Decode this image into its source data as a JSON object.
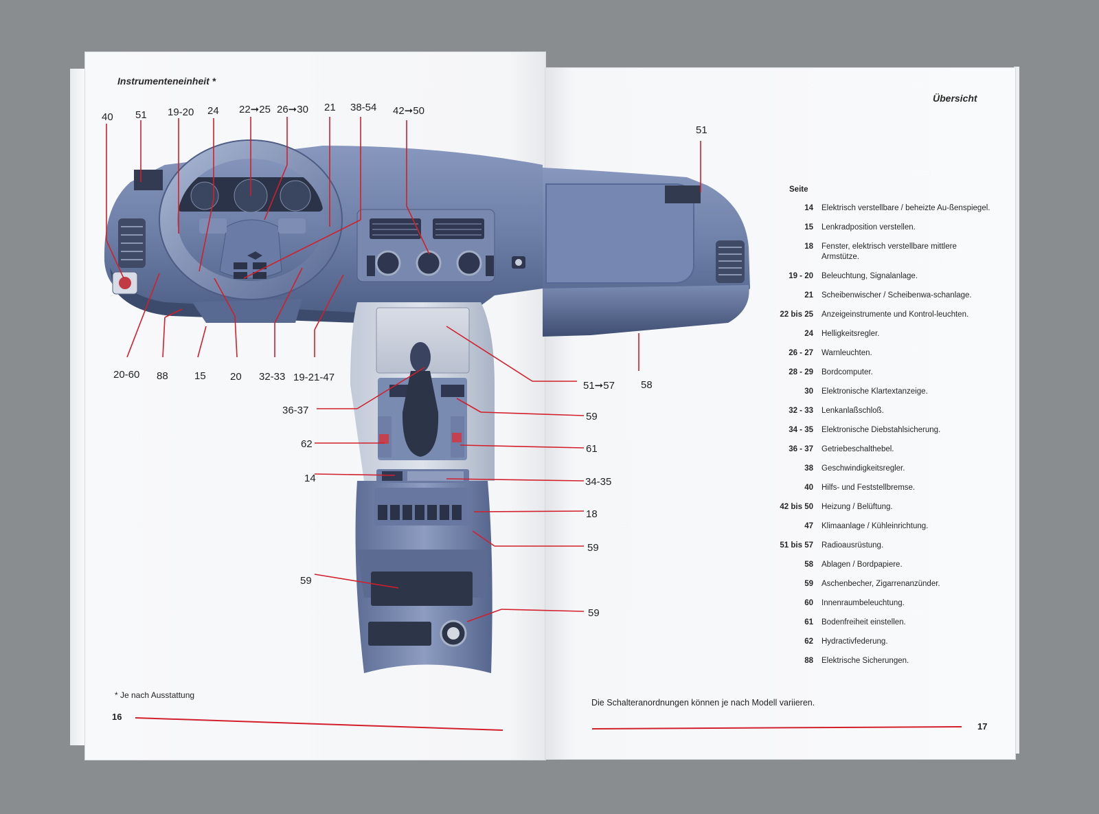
{
  "left_page": {
    "title": "Instrumenteneinheit *",
    "page_number": "16",
    "footnote": "* Je nach Ausstattung",
    "top_callouts": [
      "40",
      "51",
      "19-20",
      "24",
      "22➞25",
      "26➞30",
      "21",
      "38-54",
      "42➞50"
    ],
    "bottom_callouts": [
      "20-60",
      "88",
      "15",
      "20",
      "32-33",
      "19-21-47"
    ],
    "console_left_callouts": [
      "36-37",
      "62",
      "14",
      "59"
    ],
    "console_right_callouts": [
      "51➞57",
      "58",
      "59",
      "61",
      "34-35",
      "18",
      "59",
      "59"
    ]
  },
  "right_page": {
    "title": "Übersicht",
    "page_number": "17",
    "callout_51": "51",
    "legend_header": "Seite",
    "legend": [
      {
        "page": "14",
        "text": "Elektrisch verstellbare / beheizte Au-ßenspiegel."
      },
      {
        "page": "15",
        "text": "Lenkradposition verstellen."
      },
      {
        "page": "18",
        "text": "Fenster, elektrisch verstellbare mittlere Armstütze."
      },
      {
        "page": "19 - 20",
        "text": "Beleuchtung, Signalanlage."
      },
      {
        "page": "21",
        "text": "Scheibenwischer / Scheibenwa-schanlage."
      },
      {
        "page": "22 bis 25",
        "text": "Anzeigeinstrumente und Kontrol-leuchten."
      },
      {
        "page": "24",
        "text": "Helligkeitsregler."
      },
      {
        "page": "26 - 27",
        "text": "Warnleuchten."
      },
      {
        "page": "28 - 29",
        "text": "Bordcomputer."
      },
      {
        "page": "30",
        "text": "Elektronische Klartextanzeige."
      },
      {
        "page": "32 - 33",
        "text": "Lenkanlaßschloß."
      },
      {
        "page": "34 - 35",
        "text": "Elektronische Diebstahlsicherung."
      },
      {
        "page": "36 - 37",
        "text": "Getriebeschalthebel."
      },
      {
        "page": "38",
        "text": "Geschwindigkeitsregler."
      },
      {
        "page": "40",
        "text": "Hilfs- und Feststellbremse."
      },
      {
        "page": "42 bis 50",
        "text": "Heizung / Belüftung."
      },
      {
        "page": "47",
        "text": "Klimaanlage / Kühleinrichtung."
      },
      {
        "page": "51 bis 57",
        "text": "Radioausrüstung."
      },
      {
        "page": "58",
        "text": "Ablagen / Bordpapiere."
      },
      {
        "page": "59",
        "text": "Aschenbecher, Zigarrenanzünder."
      },
      {
        "page": "60",
        "text": "Innenraumbeleuchtung."
      },
      {
        "page": "61",
        "text": "Bodenfreiheit einstellen."
      },
      {
        "page": "62",
        "text": "Hydractivfederung."
      },
      {
        "page": "88",
        "text": "Elektrische Sicherungen."
      }
    ],
    "footnote": "Die Schalteranordnungen können je nach Modell variieren."
  },
  "colors": {
    "accent_line": "#d21f2b",
    "dashboard": "#6f82a8",
    "page": "#f7f8fa"
  }
}
